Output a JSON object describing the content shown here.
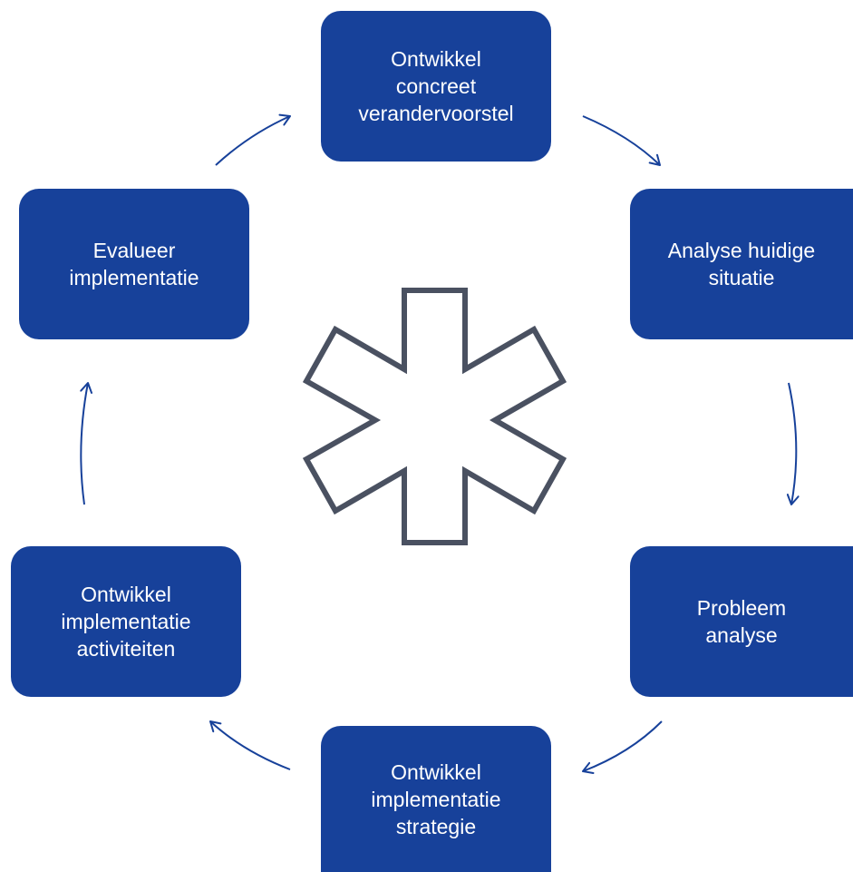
{
  "colors": {
    "box_fill": "#17419a",
    "box_text": "#ffffff",
    "arrow": "#17419a",
    "asterisk_outline": "#4a5161"
  },
  "icons": {
    "center": "asterisk-outline-icon"
  },
  "cycle": {
    "steps": [
      {
        "lines": [
          "Ontwikkel",
          "concreet",
          "verandervoorstel"
        ]
      },
      {
        "lines": [
          "Analyse huidige",
          "situatie"
        ]
      },
      {
        "lines": [
          "Probleem",
          "analyse"
        ]
      },
      {
        "lines": [
          "Ontwikkel",
          "implementatie",
          "strategie"
        ]
      },
      {
        "lines": [
          "Ontwikkel",
          "implementatie",
          "activiteiten"
        ]
      },
      {
        "lines": [
          "Evalueer",
          "implementatie"
        ]
      }
    ]
  }
}
